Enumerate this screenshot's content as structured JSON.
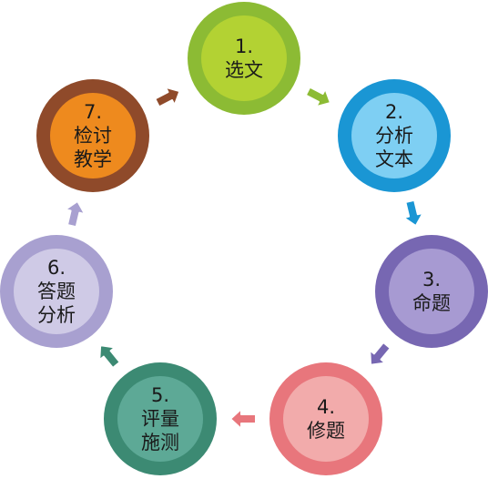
{
  "steps": [
    {
      "number": "1.",
      "lines": [
        "选文"
      ],
      "outer_color": "#8cbb34",
      "inner_color": "#b3d233"
    },
    {
      "number": "2.",
      "lines": [
        "分析",
        "文本"
      ],
      "outer_color": "#1a96d4",
      "inner_color": "#7ecff3"
    },
    {
      "number": "3.",
      "lines": [
        "命题"
      ],
      "outer_color": "#7767b2",
      "inner_color": "#a79ad2"
    },
    {
      "number": "4.",
      "lines": [
        "修题"
      ],
      "outer_color": "#e8767c",
      "inner_color": "#f2abab"
    },
    {
      "number": "5.",
      "lines": [
        "评量",
        "施测"
      ],
      "outer_color": "#3c8a73",
      "inner_color": "#5da996"
    },
    {
      "number": "6.",
      "lines": [
        "答题",
        "分析"
      ],
      "outer_color": "#a8a0d0",
      "inner_color": "#cfcae6"
    },
    {
      "number": "7.",
      "lines": [
        "检讨",
        "教学"
      ],
      "outer_color": "#8f4a2a",
      "inner_color": "#ee8a1e"
    }
  ],
  "arrows": [
    {
      "from": 1,
      "to": 2,
      "color": "#8cbb34",
      "icon": "arrow-icon"
    },
    {
      "from": 2,
      "to": 3,
      "color": "#1a96d4",
      "icon": "arrow-icon"
    },
    {
      "from": 3,
      "to": 4,
      "color": "#7767b2",
      "icon": "arrow-icon"
    },
    {
      "from": 4,
      "to": 5,
      "color": "#e8767c",
      "icon": "arrow-icon"
    },
    {
      "from": 5,
      "to": 6,
      "color": "#3c8a73",
      "icon": "arrow-icon"
    },
    {
      "from": 6,
      "to": 7,
      "color": "#a8a0d0",
      "icon": "arrow-icon"
    },
    {
      "from": 7,
      "to": 1,
      "color": "#8f4a2a",
      "icon": "arrow-icon"
    }
  ]
}
